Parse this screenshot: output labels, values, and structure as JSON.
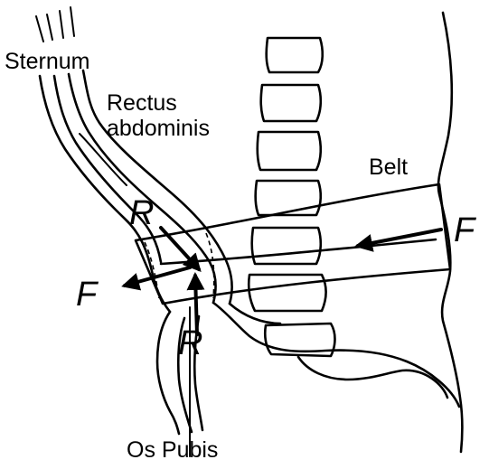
{
  "labels": {
    "sternum": "Sternum",
    "rectus_line1": "Rectus",
    "rectus_line2": "abdominis",
    "belt": "Belt",
    "os_pubis": "Os Pubis"
  },
  "forces": {
    "belt_force": "F",
    "pelvis_force": "F",
    "upper_reaction": "R",
    "lower_reaction": "R"
  }
}
